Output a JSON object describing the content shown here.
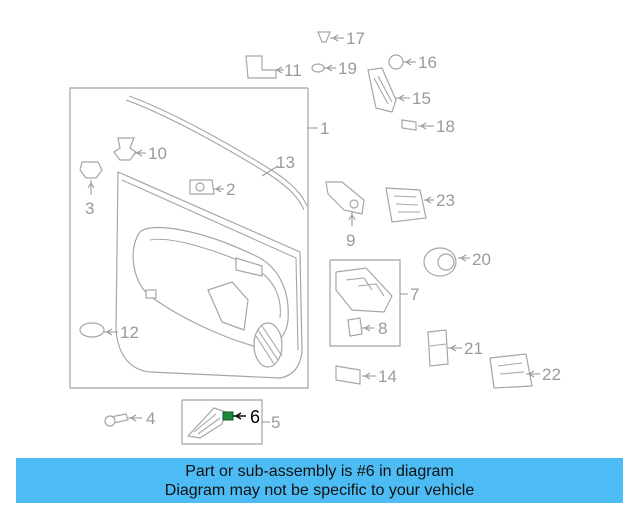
{
  "diagram": {
    "callouts": [
      {
        "id": "c1",
        "label": "1"
      },
      {
        "id": "c2",
        "label": "2"
      },
      {
        "id": "c3",
        "label": "3"
      },
      {
        "id": "c4",
        "label": "4"
      },
      {
        "id": "c5",
        "label": "5"
      },
      {
        "id": "c6",
        "label": "6",
        "highlighted": true
      },
      {
        "id": "c7",
        "label": "7"
      },
      {
        "id": "c8",
        "label": "8"
      },
      {
        "id": "c9",
        "label": "9"
      },
      {
        "id": "c10",
        "label": "10"
      },
      {
        "id": "c11",
        "label": "11"
      },
      {
        "id": "c12",
        "label": "12"
      },
      {
        "id": "c13",
        "label": "13"
      },
      {
        "id": "c14",
        "label": "14"
      },
      {
        "id": "c15",
        "label": "15"
      },
      {
        "id": "c16",
        "label": "16"
      },
      {
        "id": "c17",
        "label": "17"
      },
      {
        "id": "c18",
        "label": "18"
      },
      {
        "id": "c19",
        "label": "19"
      },
      {
        "id": "c20",
        "label": "20"
      },
      {
        "id": "c21",
        "label": "21"
      },
      {
        "id": "c22",
        "label": "22"
      },
      {
        "id": "c23",
        "label": "23"
      }
    ],
    "colors": {
      "line": "#a6a6a6",
      "highlight_part": "#1a8a3a",
      "caption_background": "#4dbcf4"
    }
  },
  "caption": {
    "line1": "Part or sub-assembly is #6 in diagram",
    "line2": "Diagram may not be specific to your vehicle"
  }
}
